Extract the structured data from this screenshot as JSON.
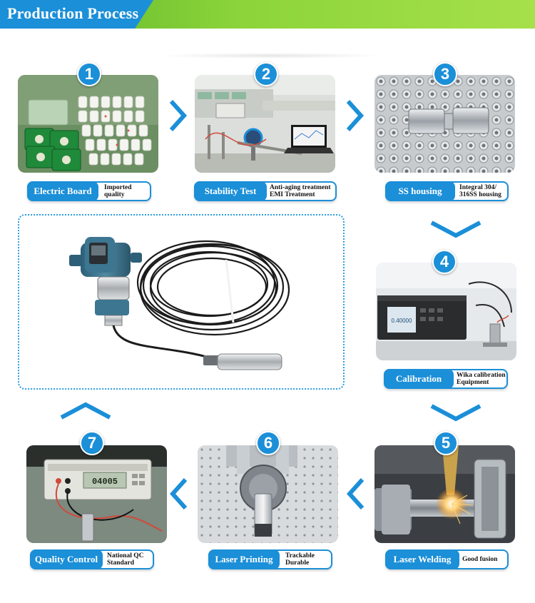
{
  "header": {
    "title": "Production Process"
  },
  "steps": [
    {
      "number": "1",
      "name": "Electric Board",
      "note_line1": "Imported",
      "note_line2": "quality"
    },
    {
      "number": "2",
      "name": "Stability Test",
      "note_line1": "Anti-aging treatment",
      "note_line2": "EMI Treatment"
    },
    {
      "number": "3",
      "name": "SS housing",
      "note_line1": "Integral 304/",
      "note_line2": "316SS housing"
    },
    {
      "number": "4",
      "name": "Calibration",
      "note_line1": "Wika calibration",
      "note_line2": "Equipment"
    },
    {
      "number": "5",
      "name": "Laser Welding",
      "note_line1": "Good fusion",
      "note_line2": ""
    },
    {
      "number": "6",
      "name": "Laser Printing",
      "note_line1": "Trackable",
      "note_line2": "Durable"
    },
    {
      "number": "7",
      "name": "Quality Control",
      "note_line1": "National QC",
      "note_line2": "Standard"
    }
  ],
  "calibrator_display": "0.40000",
  "multimeter_display": "04005",
  "colors": {
    "accent": "#1b8fd8",
    "banner_green": "#7ccb36"
  }
}
